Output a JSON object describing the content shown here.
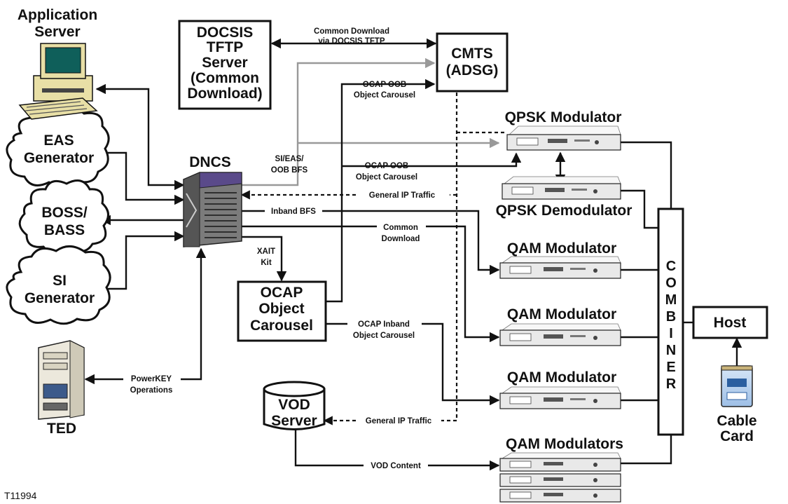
{
  "labels": {
    "application_server": [
      "Application",
      "Server"
    ],
    "docsis_tftp": [
      "DOCSIS",
      "TFTP",
      "Server",
      "(Common",
      "Download)"
    ],
    "cmts": [
      "CMTS",
      "(ADSG)"
    ],
    "dncs": "DNCS",
    "eas_generator": [
      "EAS",
      "Generator"
    ],
    "boss_bass": [
      "BOSS/",
      "BASS"
    ],
    "si_generator": [
      "SI",
      "Generator"
    ],
    "ted": "TED",
    "ocap_carousel": [
      "OCAP",
      "Object",
      "Carousel"
    ],
    "vod_server": [
      "VOD",
      "Server"
    ],
    "qpsk_modulator": "QPSK Modulator",
    "qpsk_demodulator": "QPSK Demodulator",
    "qam_modulator": "QAM Modulator",
    "qam_modulators": "QAM Modulators",
    "combiner": [
      "C",
      "O",
      "M",
      "B",
      "I",
      "N",
      "E",
      "R"
    ],
    "host": "Host",
    "cable_card": [
      "Cable",
      "Card"
    ],
    "figure_id": "T11994"
  },
  "connections": {
    "common_download_docsis": [
      "Common Download",
      "via DOCSIS TFTP"
    ],
    "ocap_oob_carousel_top": [
      "OCAP OOB",
      "Object Carousel"
    ],
    "si_eas_oob": [
      "SI/EAS/",
      "OOB BFS"
    ],
    "ocap_oob_carousel_mid": [
      "OCAP OOB",
      "Object Carousel"
    ],
    "general_ip_top": "General IP Traffic",
    "inband_bfs": "Inband BFS",
    "common_download": [
      "Common",
      "Download"
    ],
    "xait_kit": [
      "XAIT",
      "Kit"
    ],
    "ocap_inband": [
      "OCAP Inband",
      "Object Carousel"
    ],
    "powerkey": [
      "PowerKEY",
      "Operations"
    ],
    "general_ip_bottom": "General IP Traffic",
    "vod_content": "VOD Content"
  }
}
